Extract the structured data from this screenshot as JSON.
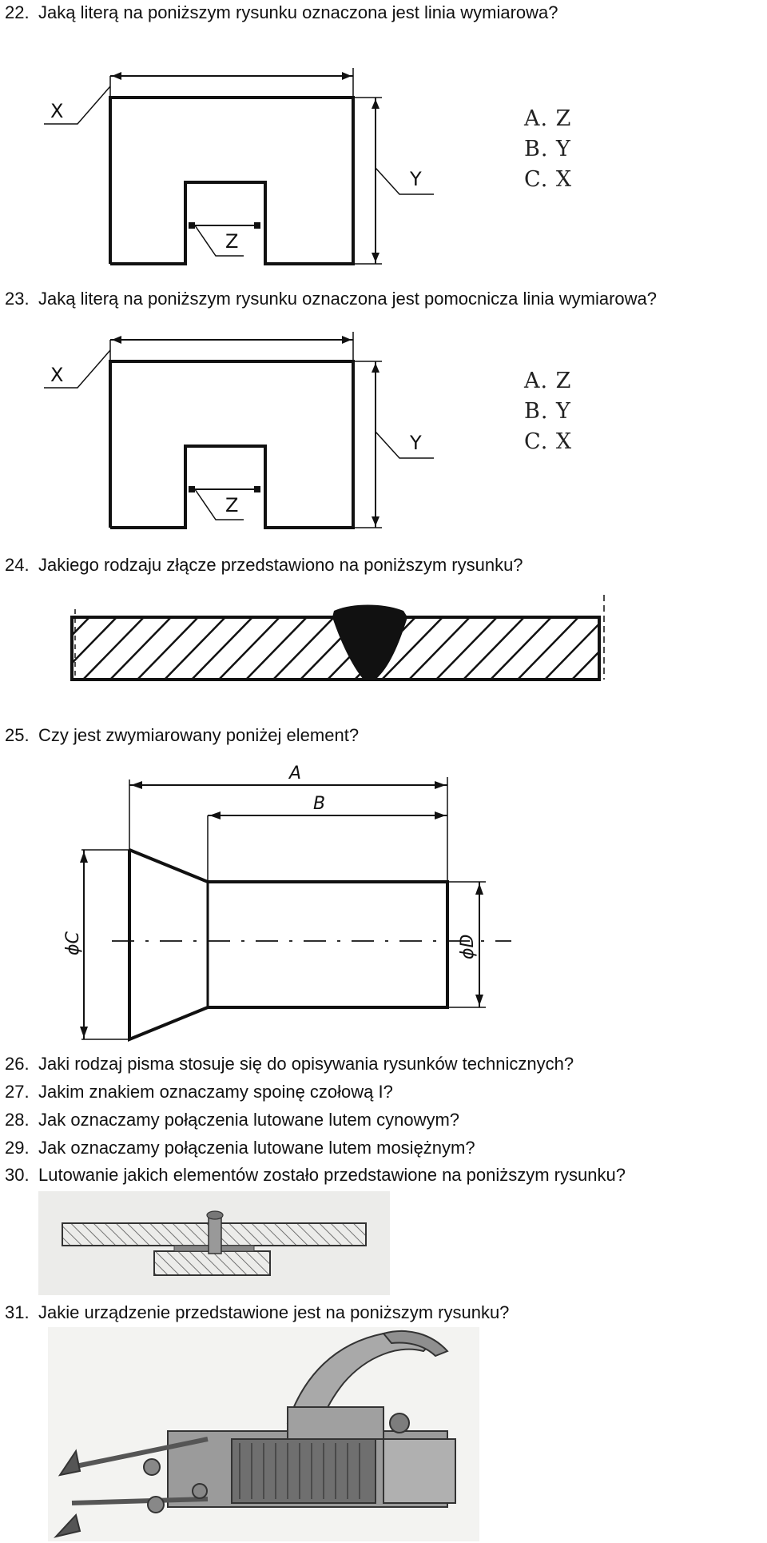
{
  "questions": [
    {
      "num": "22.",
      "text": "Jaką literą na poniższym rysunku  oznaczona jest linia wymiarowa?"
    },
    {
      "num": "23.",
      "text": "Jaką literą na poniższym rysunku oznaczona jest pomocnicza linia wymiarowa?"
    },
    {
      "num": "24.",
      "text": "Jakiego rodzaju złącze przedstawiono na poniższym rysunku?"
    },
    {
      "num": "25.",
      "text": "Czy jest zwymiarowany poniżej element?"
    },
    {
      "num": "26.",
      "text": "Jaki rodzaj pisma stosuje się do opisywania rysunków technicznych?"
    },
    {
      "num": "27.",
      "text": "Jakim znakiem oznaczamy spoinę czołową I?"
    },
    {
      "num": "28.",
      "text": "Jak oznaczamy połączenia lutowane lutem cynowym?"
    },
    {
      "num": "29.",
      "text": "Jak oznaczamy połączenia lutowane lutem mosiężnym?"
    },
    {
      "num": "30.",
      "text": "Lutowanie jakich elementów zostało przedstawione na poniższym rysunku?"
    },
    {
      "num": "31.",
      "text": "Jakie urządzenie przedstawione jest na poniższym rysunku?"
    }
  ],
  "fig_labels": {
    "x": "X",
    "y": "Y",
    "z": "Z"
  },
  "options_q22": [
    "A. Z",
    "B. Y",
    "C. X"
  ],
  "options_q23": [
    "A. Z",
    "B. Y",
    "C. X"
  ],
  "fig25_labels": {
    "a": "A",
    "b": "B",
    "c": "ϕC",
    "d": "ϕD"
  }
}
